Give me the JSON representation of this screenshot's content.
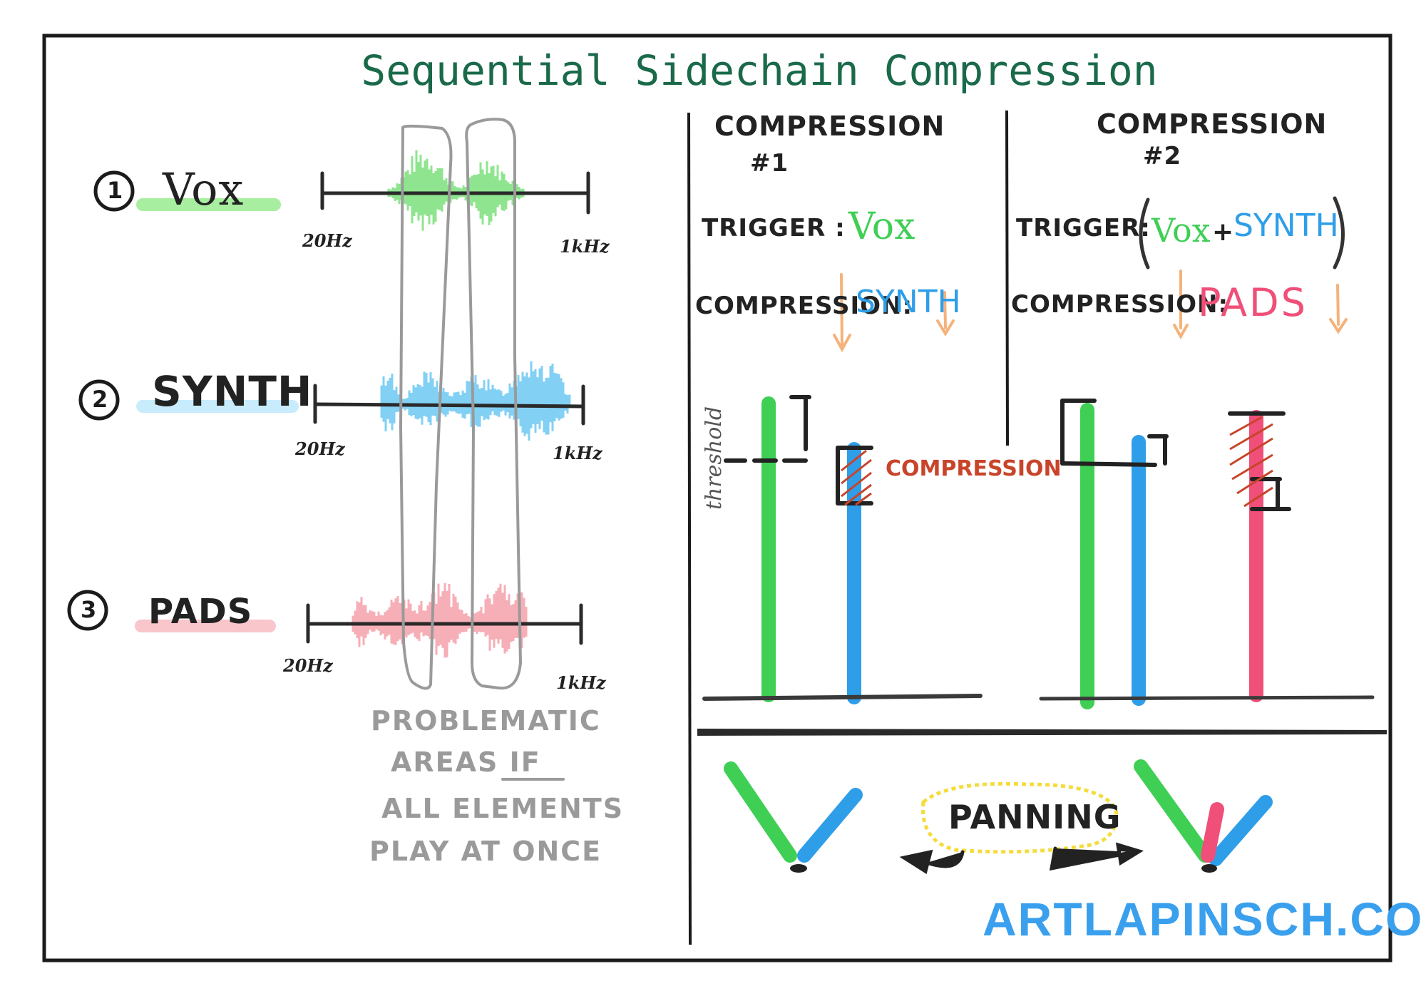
{
  "title": "Sequential Sidechain Compression",
  "tracks": [
    {
      "number": "1",
      "name": "Vox",
      "low": "20Hz",
      "high": "1kHz",
      "color": "#7be07b",
      "highlight": "#a8eea0"
    },
    {
      "number": "2",
      "name": "SYNTH",
      "low": "20Hz",
      "high": "1kHz",
      "color": "#6cc8f2",
      "highlight": "#c8ecfb"
    },
    {
      "number": "3",
      "name": "PADS",
      "low": "20Hz",
      "high": "1kHz",
      "color": "#f5a0aa",
      "highlight": "#f9c6cc"
    }
  ],
  "problem_note": [
    "PROBLEMATIC",
    "AREAS IF",
    "ALL ELEMENTS",
    "PLAY AT ONCE"
  ],
  "compression1": {
    "heading": "COMPRESSION",
    "number": "#1",
    "trigger_label": "TRIGGER :",
    "trigger_value": "Vox",
    "compression_label": "COMPRESSION:",
    "compression_value": "SYNTH"
  },
  "compression2": {
    "heading": "COMPRESSION",
    "number": "#2",
    "trigger_label": "TRIGGER:",
    "trigger_value_1": "Vox",
    "trigger_plus": "+",
    "trigger_value_2": "SYNTH",
    "compression_label": "COMPRESSION:",
    "compression_value": "PADS"
  },
  "threshold_label": "threshold",
  "compression_tag": "COMPRESSION",
  "panning_label": "PANNING",
  "brand": "ARTLAPINSCH.COM",
  "colors": {
    "vox": "#3fcf55",
    "synth": "#2e9ee8",
    "pads": "#ef4f78",
    "title": "#1a6a4a",
    "compression_hatch": "#c8442a",
    "arrow_orange": "#f5b27a",
    "panning_glow": "#f5dc3c",
    "outline_grey": "#9a9a9a"
  }
}
